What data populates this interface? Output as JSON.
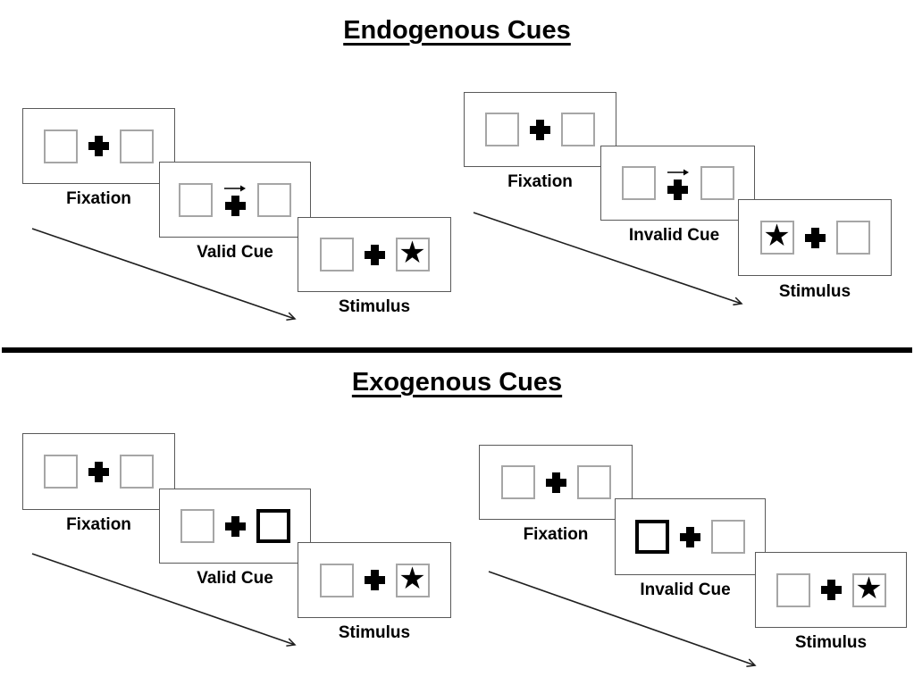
{
  "sections": [
    {
      "title": "Endogenous Cues",
      "sequences": [
        {
          "name": "valid-cue-trial",
          "panels": [
            {
              "label": "Fixation"
            },
            {
              "label": "Valid Cue"
            },
            {
              "label": "Stimulus"
            }
          ]
        },
        {
          "name": "invalid-cue-trial",
          "panels": [
            {
              "label": "Fixation"
            },
            {
              "label": "Invalid Cue"
            },
            {
              "label": "Stimulus"
            }
          ]
        }
      ]
    },
    {
      "title": "Exogenous Cues",
      "sequences": [
        {
          "name": "valid-cue-trial",
          "panels": [
            {
              "label": "Fixation"
            },
            {
              "label": "Valid Cue"
            },
            {
              "label": "Stimulus"
            }
          ]
        },
        {
          "name": "invalid-cue-trial",
          "panels": [
            {
              "label": "Fixation"
            },
            {
              "label": "Invalid Cue"
            },
            {
              "label": "Stimulus"
            }
          ]
        }
      ]
    }
  ],
  "glyphs": {
    "star": "★"
  },
  "colors": {
    "ink": "#000000",
    "panel_border": "#595959",
    "box_border": "#a6a6a6",
    "cue_border": "#000000",
    "background": "#ffffff"
  }
}
